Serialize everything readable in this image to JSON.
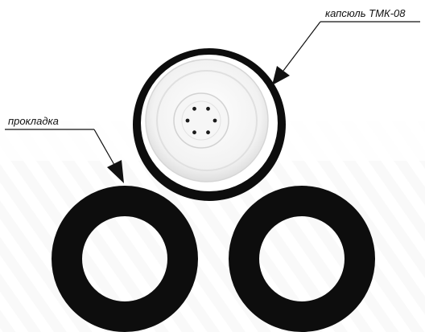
{
  "callouts": {
    "capsule_label": "капсюль ТМК-08",
    "gasket_label": "прокладка"
  },
  "colors": {
    "ring": "#0d0d0d",
    "capsule_face": "#f7f7f7",
    "capsule_shadow": "#dcdcdc",
    "pin": "#1a1a1a",
    "leader": "#111111",
    "background_stripe": "#f2f2f2"
  },
  "parts": {
    "capsule_pin_count": 6
  }
}
